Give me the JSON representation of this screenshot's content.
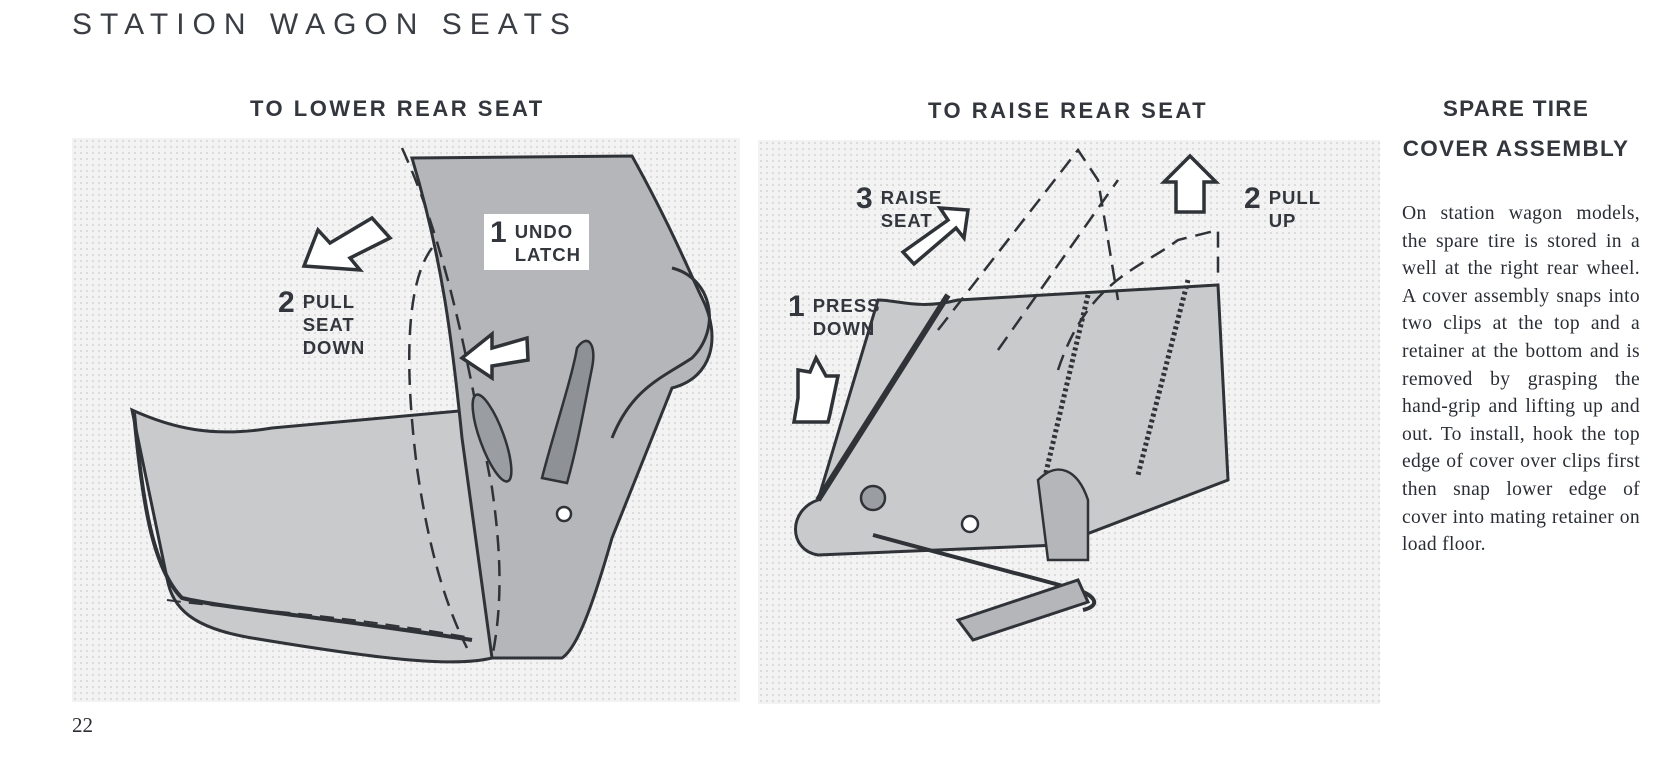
{
  "page": {
    "title": "STATION WAGON SEATS",
    "page_number": "22"
  },
  "figures": [
    {
      "heading": "TO LOWER REAR SEAT",
      "steps": [
        {
          "number": "1",
          "text": "UNDO\nLATCH"
        },
        {
          "number": "2",
          "text": "PULL\nSEAT\nDOWN"
        }
      ]
    },
    {
      "heading": "TO RAISE REAR SEAT",
      "steps": [
        {
          "number": "1",
          "text": "PRESS\nDOWN"
        },
        {
          "number": "2",
          "text": "PULL\nUP"
        },
        {
          "number": "3",
          "text": "RAISE\nSEAT"
        }
      ]
    }
  ],
  "sidebar": {
    "heading_line1": "SPARE TIRE",
    "heading_line2": "COVER ASSEMBLY",
    "body": "On station wagon models, the spare tire is stored in a well at the right rear wheel. A cover assembly snaps into two clips at the top and a retainer at the bottom and is removed by grasping the hand-grip and lifting up and out. To install, hook the top edge of cover over clips first then snap lower edge of cover into mating retainer on load floor."
  }
}
